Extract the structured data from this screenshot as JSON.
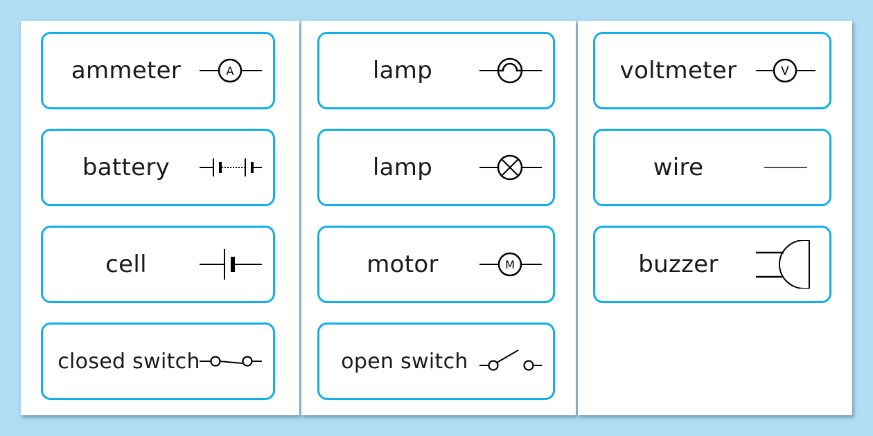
{
  "theme": {
    "background": "#b0dcf4",
    "card_border": "#12aee8",
    "page": "#ffffff",
    "text": "#1a1a1a"
  },
  "pages": [
    {
      "cards": [
        {
          "label": "ammeter",
          "symbol": "ammeter-icon",
          "meter_letter": "A"
        },
        {
          "label": "battery",
          "symbol": "battery-icon"
        },
        {
          "label": "cell",
          "symbol": "cell-icon"
        },
        {
          "label": "closed switch",
          "symbol": "closed-switch-icon"
        }
      ]
    },
    {
      "cards": [
        {
          "label": "lamp",
          "symbol": "lamp-filament-icon"
        },
        {
          "label": "lamp",
          "symbol": "lamp-cross-icon"
        },
        {
          "label": "motor",
          "symbol": "motor-icon",
          "meter_letter": "M"
        },
        {
          "label": "open switch",
          "symbol": "open-switch-icon"
        }
      ]
    },
    {
      "cards": [
        {
          "label": "voltmeter",
          "symbol": "voltmeter-icon",
          "meter_letter": "V"
        },
        {
          "label": "wire",
          "symbol": "wire-icon"
        },
        {
          "label": "buzzer",
          "symbol": "buzzer-icon"
        }
      ]
    }
  ]
}
